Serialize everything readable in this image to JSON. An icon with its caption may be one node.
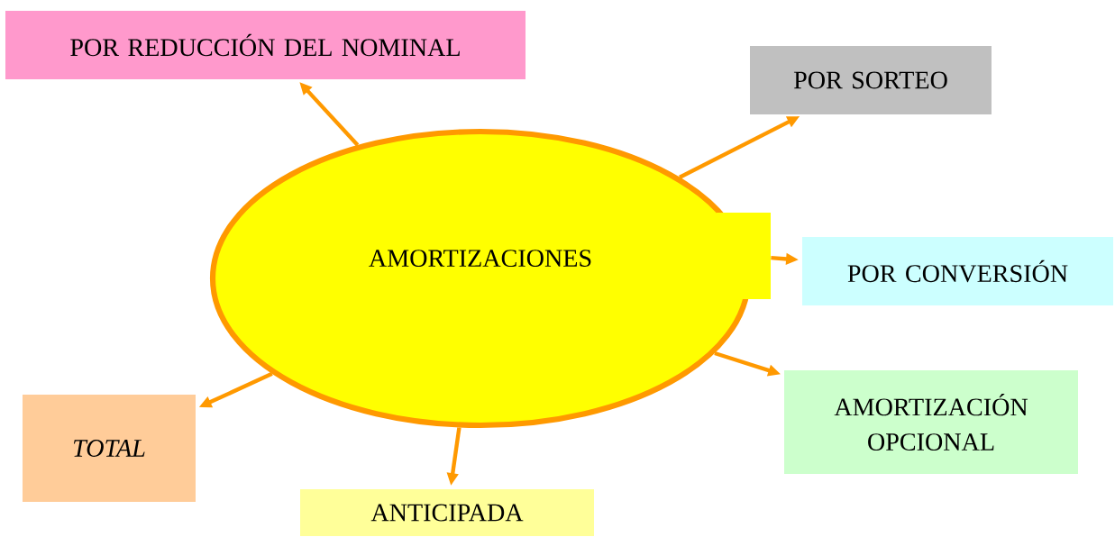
{
  "diagram": {
    "nodes": [
      {
        "text": [
          "AMORTIZACIONES"
        ]
      },
      {
        "text": [
          "POR REDUCCIÓN DEL NOMINAL"
        ]
      },
      {
        "text": [
          "POR SORTEO"
        ]
      },
      {
        "text": [
          "POR CONVERSIÓN"
        ]
      },
      {
        "text": [
          "AMORTIZACIÓN OPCIONAL"
        ]
      },
      {
        "text": [
          "ANTICIPADA"
        ]
      },
      {
        "text": [
          "TOTAL"
        ]
      },
      {
        "text": [],
        "shape": "box"
      }
    ],
    "edges": [
      {
        "from": 0,
        "to": 1,
        "arrow": "to"
      },
      {
        "from": 0,
        "to": 2,
        "arrow": "to"
      },
      {
        "from": 7,
        "to": 3,
        "arrow": "to"
      },
      {
        "from": 0,
        "to": 4,
        "arrow": "to"
      },
      {
        "from": 0,
        "to": 5,
        "arrow": "to"
      },
      {
        "from": 0,
        "to": 6,
        "arrow": "to"
      }
    ]
  }
}
